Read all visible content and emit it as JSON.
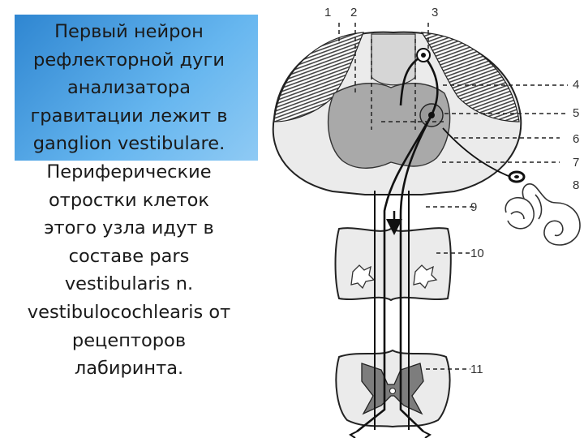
{
  "slide": {
    "accent_color": "#3a8fd8",
    "text_lines": [
      "Первый нейрон",
      "рефлекторной дуги",
      "анализатора",
      "гравитации лежит в",
      "ganglion vestibulare.",
      "Периферические",
      "отростки клеток",
      "этого узла идут в",
      "составе pars",
      "vestibularis n.",
      "vestibulocochlearis от",
      "рецепторов",
      "лабиринта."
    ]
  },
  "diagram": {
    "labels": {
      "l1": "1",
      "l2": "2",
      "l3": "3",
      "l4": "4",
      "l5": "5",
      "l6": "6",
      "l7": "7",
      "l8": "8",
      "l9": "9",
      "l10": "10",
      "l11": "11"
    }
  }
}
